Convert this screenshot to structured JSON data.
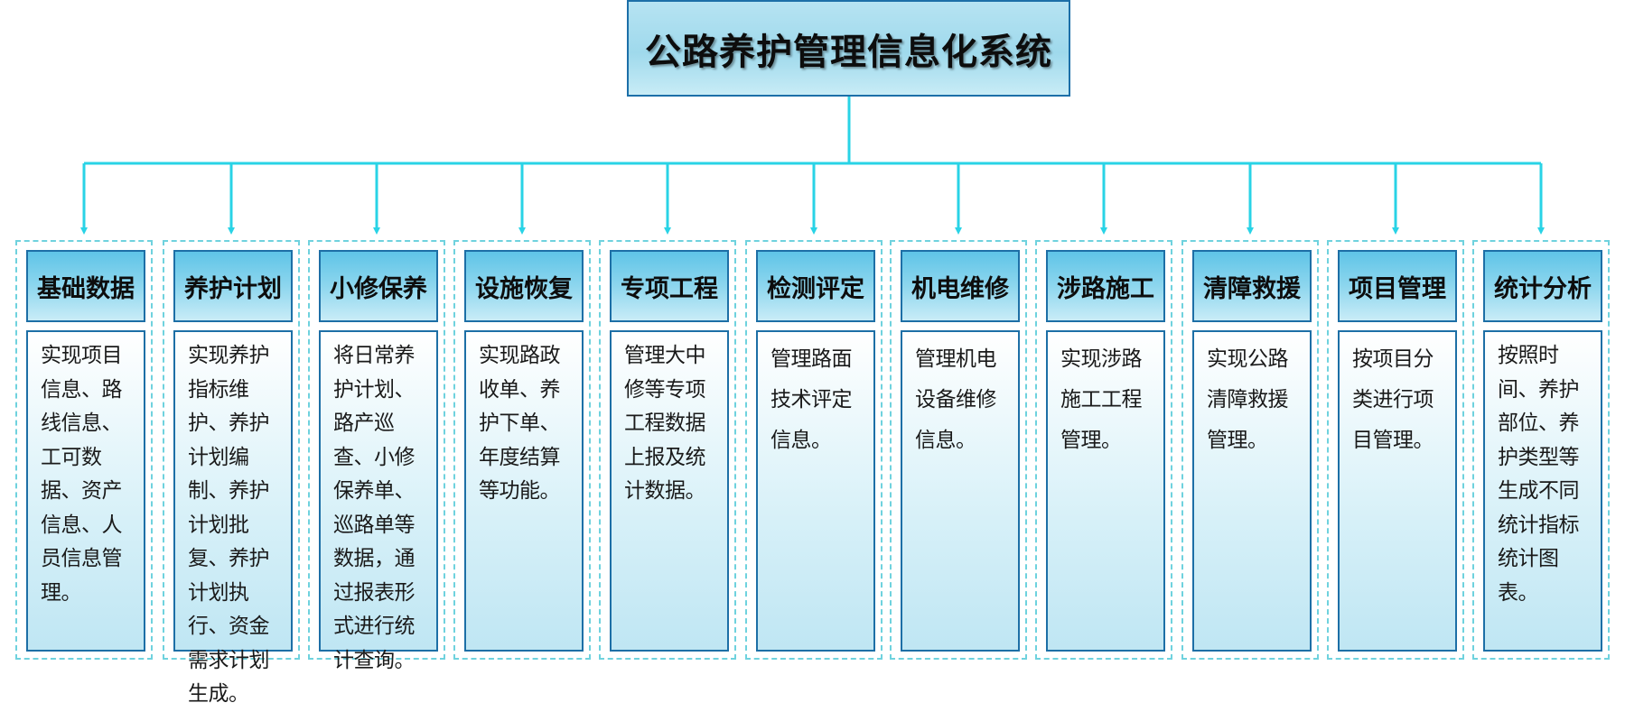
{
  "root": {
    "title": "公路养护管理信息化系统"
  },
  "colors": {
    "connector": "#29d3e6",
    "box_border": "#1d6fa6",
    "header_fill": "#8dd6ee",
    "dashed_border": "#6fd2de"
  },
  "modules": [
    {
      "title": "基础数据",
      "description": "实现项目信息、路线信息、工可数据、资产信息、人员信息管理。"
    },
    {
      "title": "养护计划",
      "description": "实现养护指标维护、养护计划编制、养护计划批复、养护计划执行、资金需求计划生成。"
    },
    {
      "title": "小修保养",
      "description": "将日常养护计划、路产巡查、小修保养单、巡路单等数据，通过报表形式进行统计查询。"
    },
    {
      "title": "设施恢复",
      "description": "实现路政收单、养护下单、年度结算等功能。"
    },
    {
      "title": "专项工程",
      "description": "管理大中修等专项工程数据上报及统计数据。"
    },
    {
      "title": "检测评定",
      "description": "管理路面技术评定信息。"
    },
    {
      "title": "机电维修",
      "description": "管理机电设备维修信息。"
    },
    {
      "title": "涉路施工",
      "description": "实现涉路施工工程管理。"
    },
    {
      "title": "清障救援",
      "description": "实现公路清障救援管理。"
    },
    {
      "title": "项目管理",
      "description": "按项目分类进行项目管理。"
    },
    {
      "title": "统计分析",
      "description": "按照时间、养护部位、养护类型等生成不同统计指标统计图表。"
    }
  ]
}
